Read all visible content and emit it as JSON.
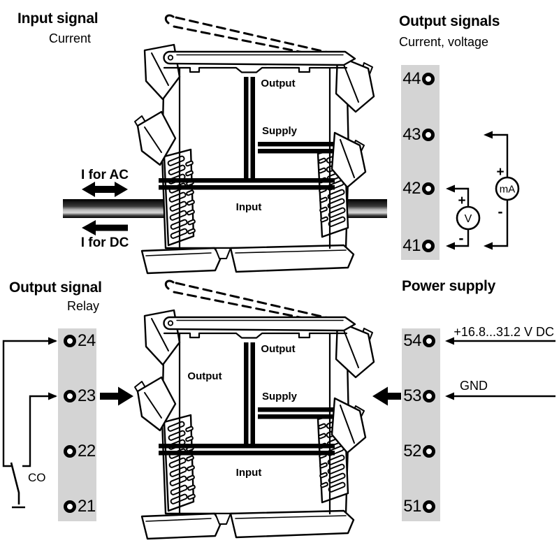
{
  "diagrams": {
    "input_signal": {
      "title": "Input signal",
      "subtitle": "Current",
      "arrow_ac_label": "I for AC",
      "arrow_dc_label": "I for DC"
    },
    "output_signals": {
      "title": "Output signals",
      "subtitle": "Current, voltage",
      "terminals": [
        "44",
        "43",
        "42",
        "41"
      ],
      "voltmeter_label": "V",
      "ammeter_label": "mA"
    },
    "output_signal_relay": {
      "title": "Output signal",
      "subtitle": "Relay",
      "terminals": [
        "24",
        "23",
        "22",
        "21"
      ],
      "contact_label": "CO"
    },
    "power_supply": {
      "title": "Power supply",
      "terminals": [
        "54",
        "53",
        "52",
        "51"
      ],
      "voltage_label": "+16.8...31.2 V DC",
      "gnd_label": "GND"
    }
  },
  "module": {
    "compartments": {
      "output": "Output",
      "supply": "Supply",
      "input": "Input"
    }
  },
  "symbols": {
    "plus": "+",
    "minus": "-"
  },
  "colors": {
    "terminal_strip": "#d4d4d4",
    "line": "#000000"
  }
}
